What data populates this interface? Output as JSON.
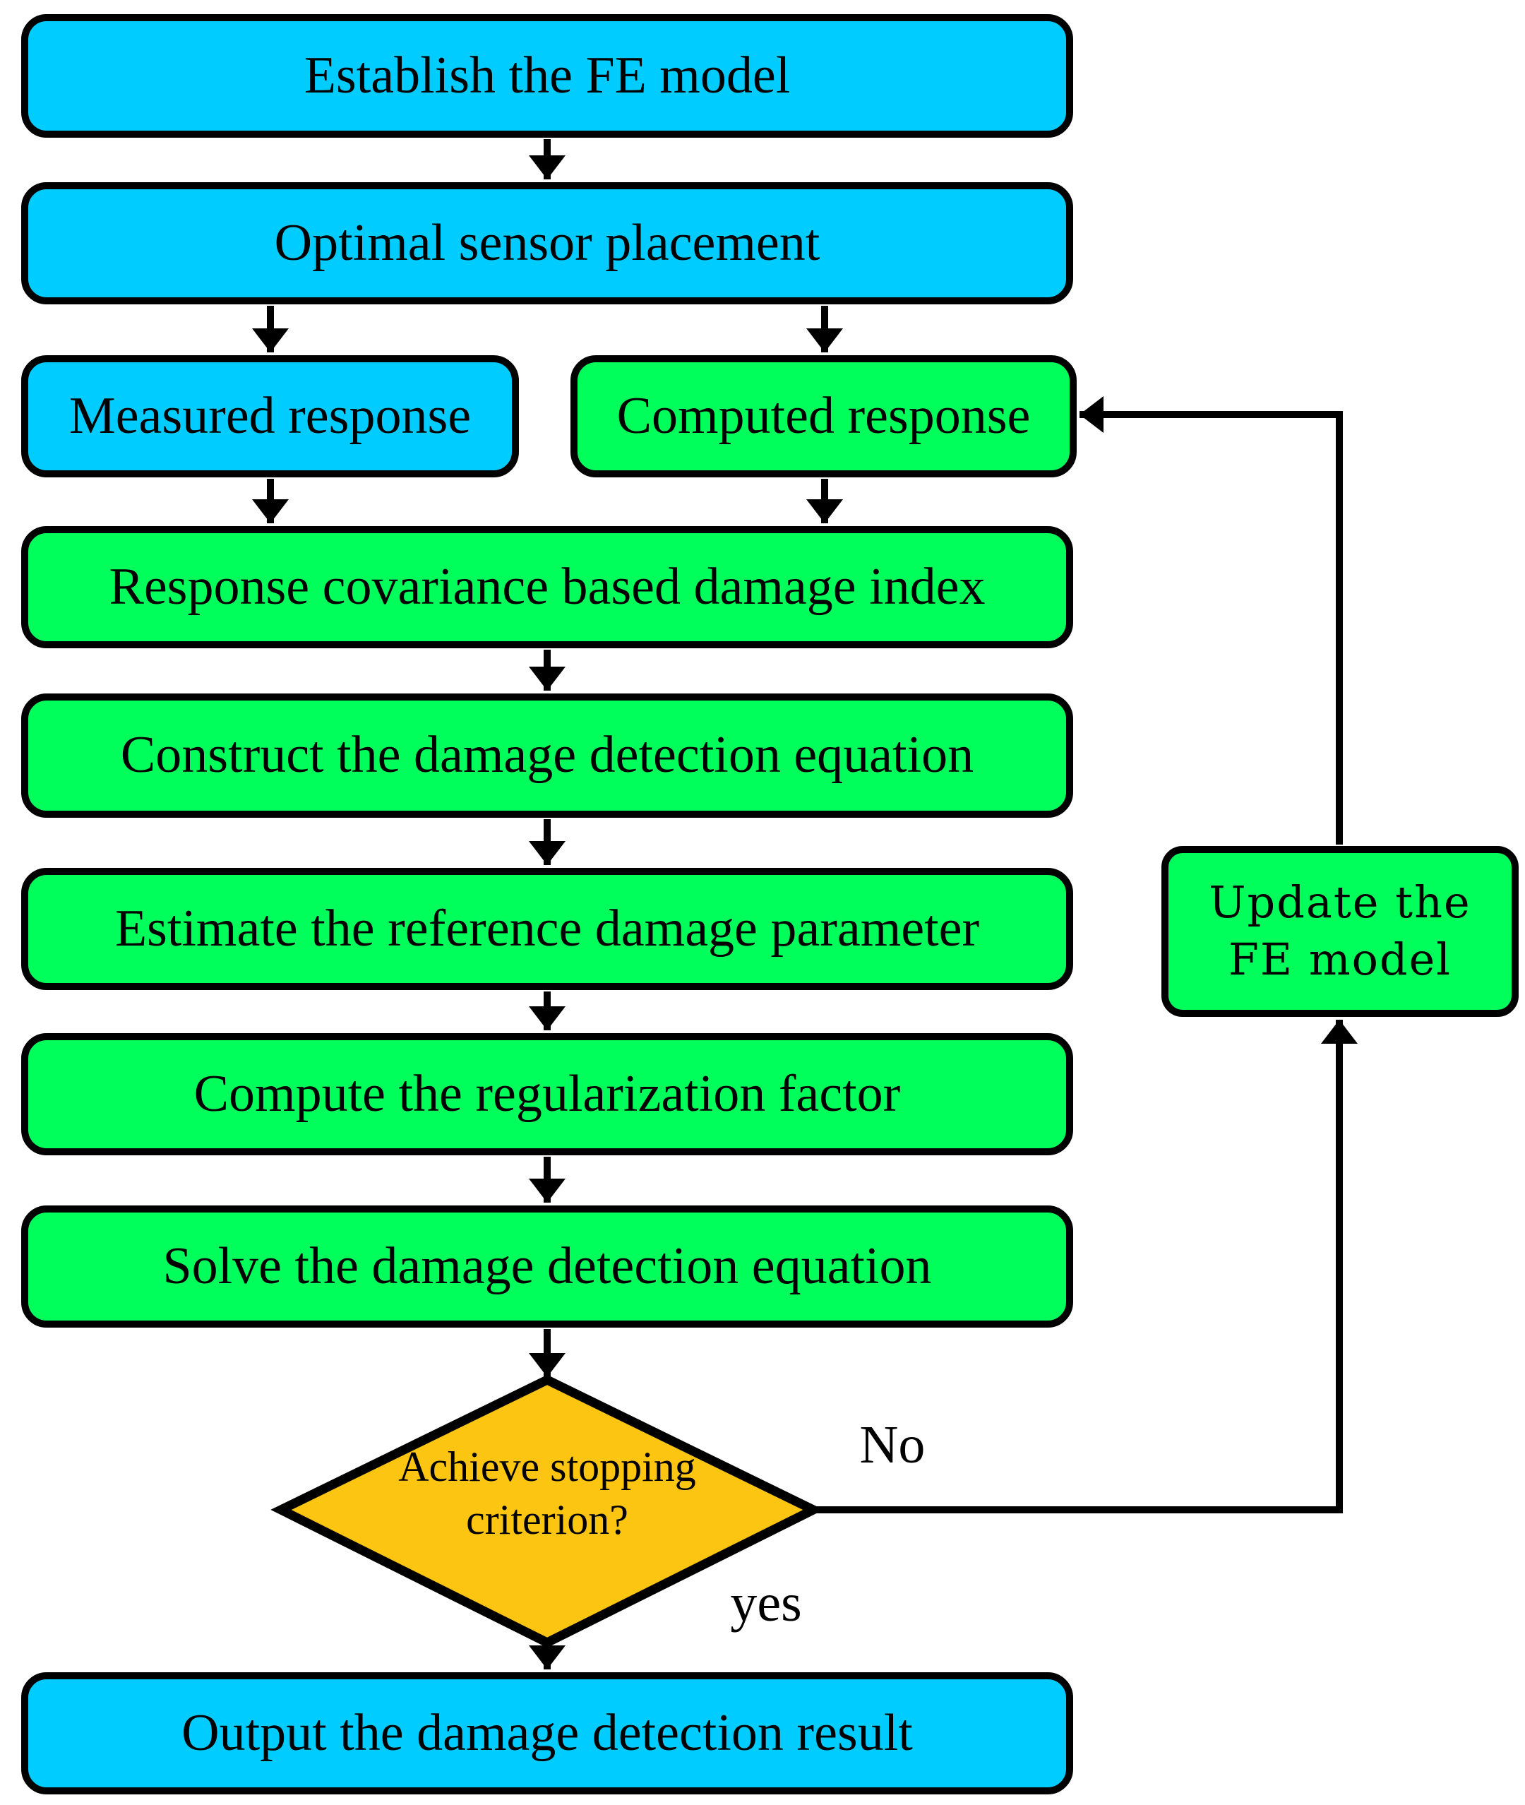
{
  "colors": {
    "process_cyan": "#00CCFF",
    "process_green": "#00FF5A",
    "decision_gold": "#FBC511",
    "outline_black": "#000000",
    "background_white": "#FFFFFF"
  },
  "flowchart": {
    "nodes": {
      "establish_fe_model": {
        "label": "Establish the FE model"
      },
      "optimal_sensor_placement": {
        "label": "Optimal sensor placement"
      },
      "measured_response": {
        "label": "Measured response"
      },
      "computed_response": {
        "label": "Computed response"
      },
      "response_covariance_damage_index": {
        "label": "Response covariance based damage index"
      },
      "construct_damage_detection_equation": {
        "label": "Construct the damage detection equation"
      },
      "estimate_reference_damage_parameter": {
        "label": "Estimate the reference damage parameter"
      },
      "compute_regularization_factor": {
        "label": "Compute the regularization factor"
      },
      "solve_damage_detection_equation": {
        "label": "Solve the damage detection equation"
      },
      "achieve_stopping_criterion": {
        "line1": "Achieve stopping",
        "line2": "criterion?"
      },
      "update_fe_model": {
        "line1": "Update the",
        "line2": "FE model"
      },
      "output_damage_detection_result": {
        "label": "Output the damage detection result"
      }
    },
    "edge_labels": {
      "no": "No",
      "yes": "yes"
    }
  }
}
